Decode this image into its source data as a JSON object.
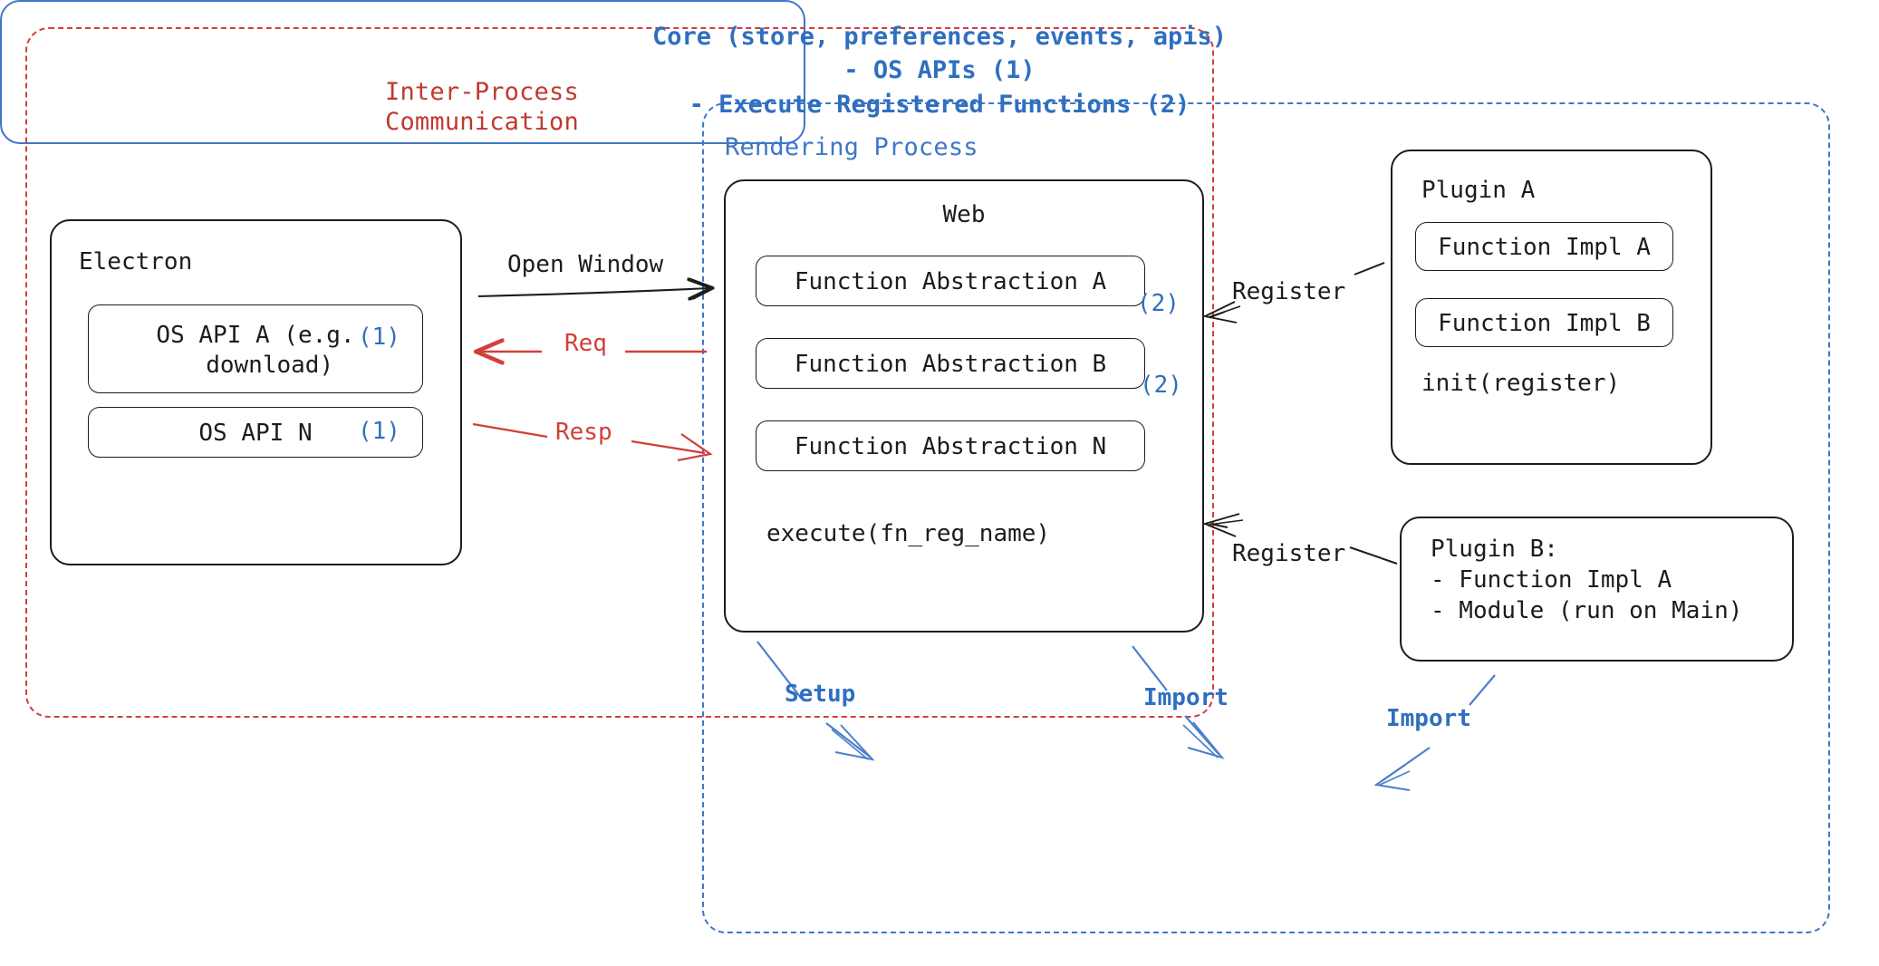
{
  "diagram": {
    "title": "Electron plugin architecture diagram",
    "colors": {
      "ipc_red": "#d1403a",
      "render_blue": "#3f76c9",
      "text_blue": "#2f6fc0",
      "ink": "#1c1c1c",
      "background": "#ffffff"
    }
  },
  "groups": {
    "ipc": {
      "label": "Inter-Process\nCommunication",
      "border_style": "dashed",
      "color": "#d1403a"
    },
    "rendering": {
      "label": "Rendering Process",
      "border_style": "dashed",
      "color": "#3f76c9"
    }
  },
  "electron": {
    "title": "Electron",
    "items": [
      {
        "label": "OS API A (e.g.\n  download)",
        "badge": "(1)"
      },
      {
        "label": "OS API N",
        "badge": "(1)"
      }
    ]
  },
  "web": {
    "title": "Web",
    "abstractions": [
      {
        "label": "Function Abstraction A",
        "badge": "(2)"
      },
      {
        "label": "Function Abstraction B",
        "badge": "(2)"
      },
      {
        "label": "Function Abstraction N",
        "badge": ""
      }
    ],
    "footer": "execute(fn_reg_name)"
  },
  "plugin_a": {
    "title": "Plugin A",
    "items": [
      "Function Impl A",
      "Function Impl B"
    ],
    "footer": "init(register)"
  },
  "plugin_b": {
    "text": "Plugin B:\n- Function Impl A\n- Module (run on Main)"
  },
  "core": {
    "text": "Core (store, preferences, events, apis)\n- OS APIs (1)\n- Execute Registered Functions (2)"
  },
  "connectors": [
    {
      "id": "open-window",
      "label": "Open Window",
      "color": "#1c1c1c",
      "from": "electron",
      "to": "web"
    },
    {
      "id": "req",
      "label": "Req",
      "color": "#d1403a",
      "from": "web",
      "to": "electron"
    },
    {
      "id": "resp",
      "label": "Resp",
      "color": "#d1403a",
      "from": "electron",
      "to": "web"
    },
    {
      "id": "register-a",
      "label": "Register",
      "color": "#1c1c1c",
      "from": "plugin_a",
      "to": "web"
    },
    {
      "id": "register-b",
      "label": "Register",
      "color": "#1c1c1c",
      "from": "plugin_b",
      "to": "web"
    },
    {
      "id": "setup",
      "label": "Setup",
      "color": "#2f6fc0",
      "from": "web",
      "to": "core"
    },
    {
      "id": "import-web",
      "label": "Import",
      "color": "#2f6fc0",
      "from": "web",
      "to": "core"
    },
    {
      "id": "import-plugin-b",
      "label": "Import",
      "color": "#2f6fc0",
      "from": "plugin_b",
      "to": "core"
    }
  ]
}
